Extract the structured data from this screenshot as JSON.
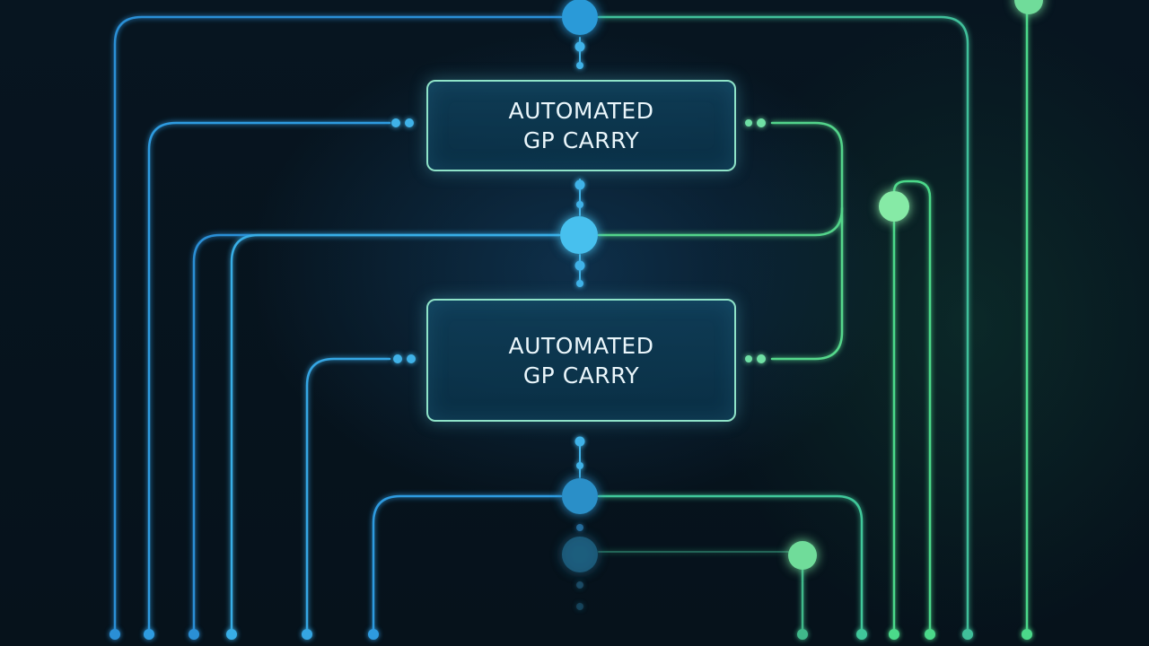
{
  "diagram": {
    "nodes": [
      {
        "id": "top",
        "lines": [
          "AUTOMATED",
          "GP CARRY"
        ]
      },
      {
        "id": "bottom",
        "lines": [
          "AUTOMATED",
          "GP CARRY"
        ]
      }
    ]
  },
  "colors": {
    "background": "#06121a",
    "wire_blue": "#2a8fd6",
    "wire_cyan": "#41b8e6",
    "wire_green": "#4cd98a",
    "node_border": "#8fe3c8",
    "node_fill": "#0f3c56",
    "junction_blue": "#3fb2e8",
    "junction_green": "#7fe6a4"
  }
}
